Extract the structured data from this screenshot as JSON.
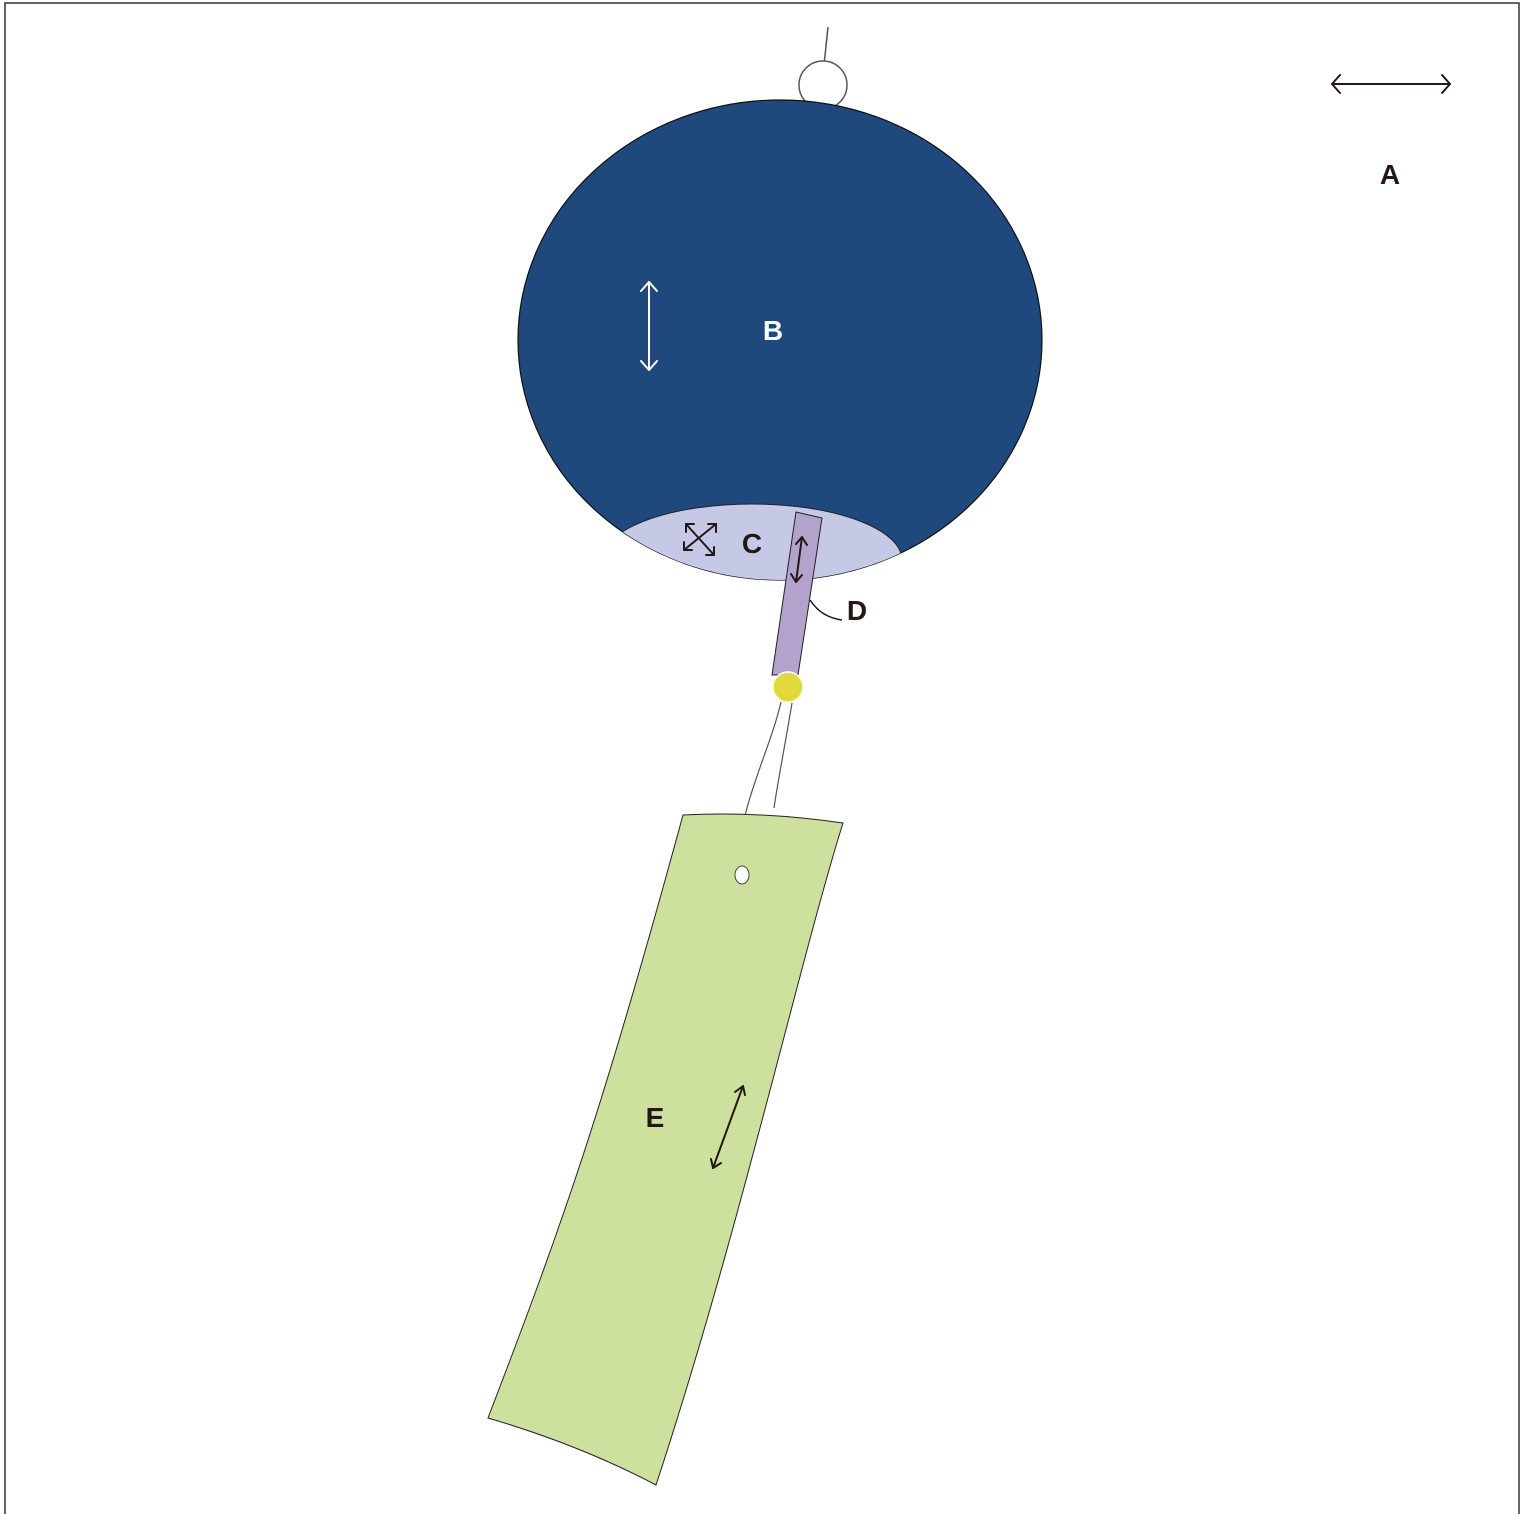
{
  "labels": {
    "a": "A",
    "b": "B",
    "c": "C",
    "d": "D",
    "e": "E"
  },
  "colors": {
    "bell_body": "#1f497d",
    "bell_mouth": "#c5c9e5",
    "clapper_rod": "#b3a2cc",
    "clapper_bead": "#e3d83a",
    "strip": "#cde09e",
    "ink": "#231815",
    "line": "#555555"
  }
}
